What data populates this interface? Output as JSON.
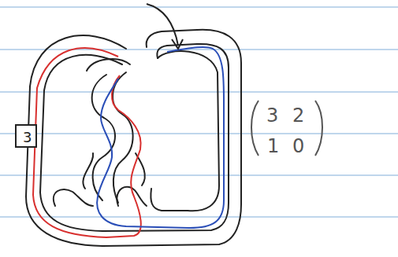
{
  "diagram": {
    "nodes": [
      {
        "text": [
          "3"
        ]
      }
    ],
    "labels": [
      "3",
      "2",
      "1",
      "0"
    ]
  }
}
